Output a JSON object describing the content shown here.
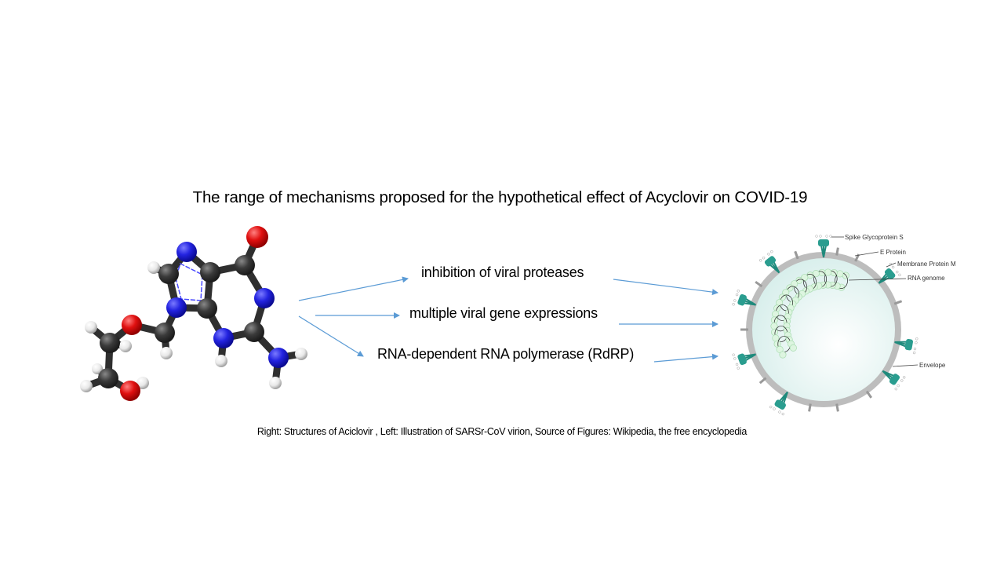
{
  "title": "The range of mechanisms proposed for the hypothetical effect of Acyclovir on COVID-19",
  "mechanisms": [
    {
      "label": "inhibition of viral proteases"
    },
    {
      "label": "multiple viral gene expressions"
    },
    {
      "label": "RNA-dependent RNA polymerase (RdRP)"
    }
  ],
  "caption": "Right: Structures of Aciclovir , Left: Illustration of SARSr-CoV virion, Source of Figures: Wikipedia, the free encyclopedia",
  "virion": {
    "labels": {
      "spike": "Spike Glycoprotein S",
      "e_protein": "E Protein",
      "membrane": "Membrane Protein M",
      "rna": "RNA genome",
      "envelope": "Envelope"
    }
  },
  "colors": {
    "arrow": "#5b9bd5",
    "carbon": "#3a3a3a",
    "nitrogen": "#2323e0",
    "oxygen": "#e01010",
    "hydrogen": "#e8e8e8",
    "spike": "#2a9d8f",
    "envelope": "#bdbdbd",
    "interior": "#e6f5f3"
  }
}
